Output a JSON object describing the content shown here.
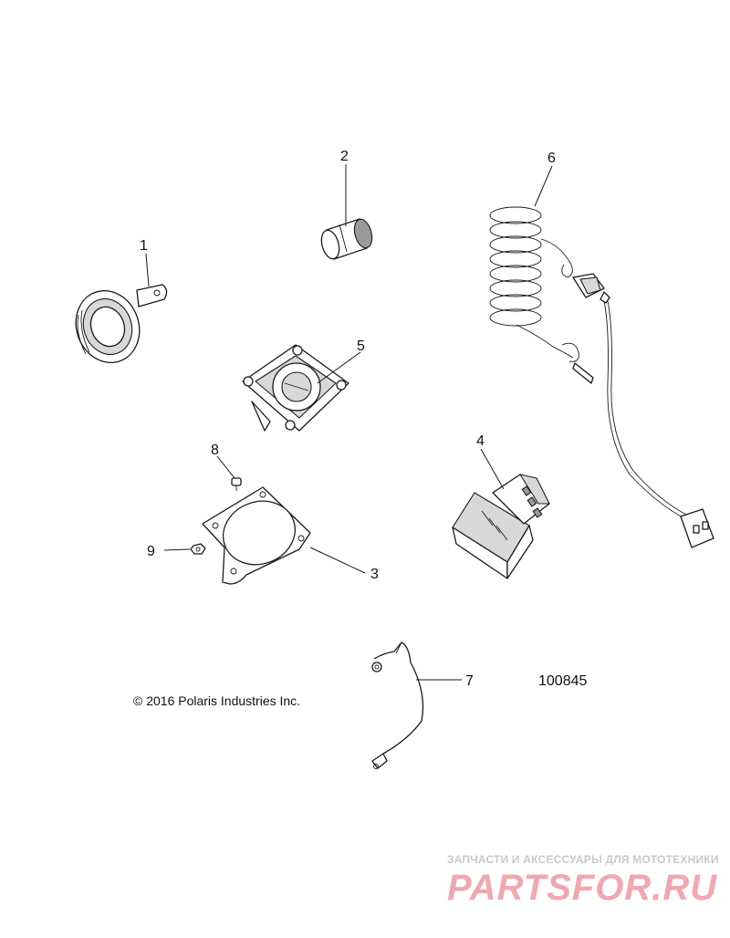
{
  "diagram": {
    "callouts": [
      {
        "id": "c1",
        "label": "1"
      },
      {
        "id": "c2",
        "label": "2"
      },
      {
        "id": "c3",
        "label": "3"
      },
      {
        "id": "c4",
        "label": "4"
      },
      {
        "id": "c5",
        "label": "5"
      },
      {
        "id": "c6",
        "label": "6"
      },
      {
        "id": "c7",
        "label": "7"
      },
      {
        "id": "c8",
        "label": "8"
      },
      {
        "id": "c9",
        "label": "9"
      }
    ],
    "copyright": "© 2016 Polaris Industries Inc.",
    "diagram_number": "100845"
  },
  "watermark": {
    "tagline": "ЗАПЧАСТИ И АКСЕССУАРЫ ДЛЯ МОТОТЕХНИКИ",
    "brand": "PARTSFOR.RU",
    "brand_color": "#f0a8ae",
    "tagline_color": "#c9c9c9"
  }
}
